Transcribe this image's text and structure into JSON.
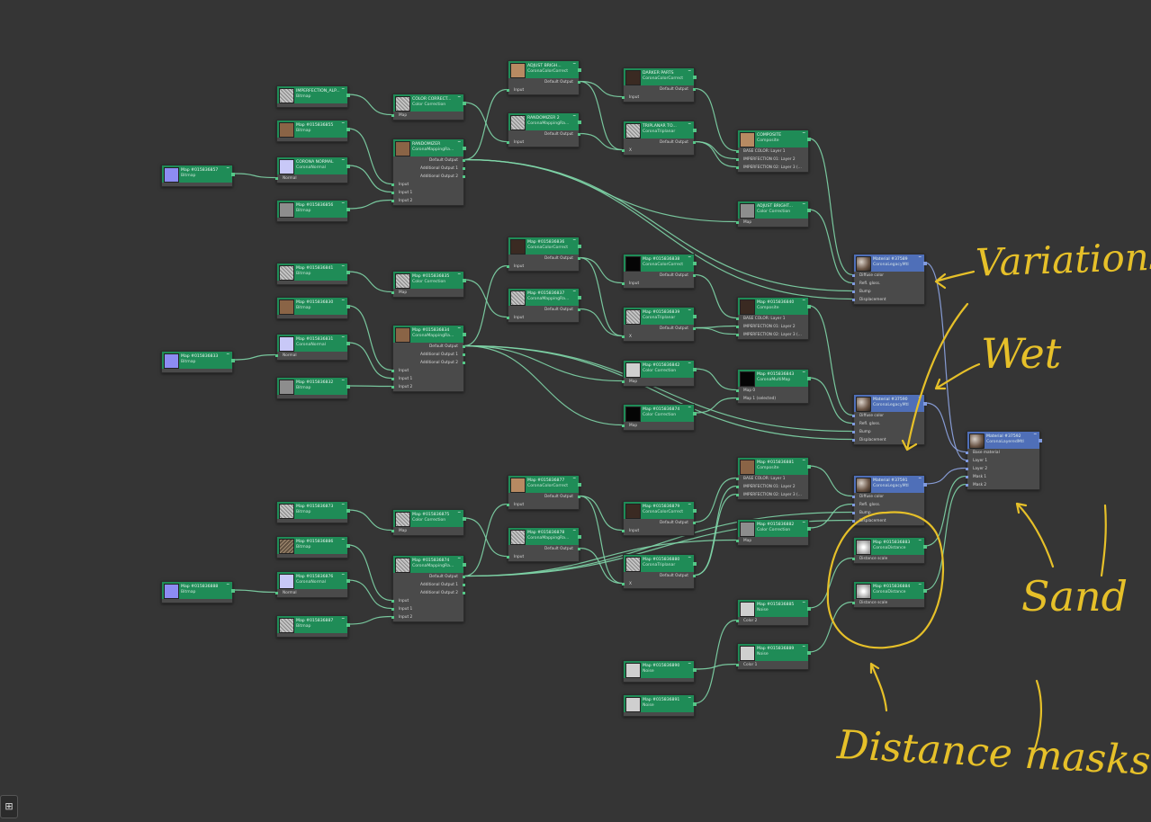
{
  "nodes": [
    {
      "id": "n1",
      "title": "IMPERFECTION_ALP...",
      "subtitle": "Bitmap",
      "thumb": "noise",
      "inputs": [],
      "outputs": []
    },
    {
      "id": "n2",
      "title": "Map #015836855",
      "subtitle": "Bitmap",
      "thumb": "brown",
      "inputs": [],
      "outputs": []
    },
    {
      "id": "n3",
      "title": "CORONA NORMAL",
      "subtitle": "CoronaNormal",
      "thumb": "lavender",
      "inputs": [
        "Normal"
      ],
      "outputs": []
    },
    {
      "id": "n4",
      "title": "Map #015836856",
      "subtitle": "Bitmap",
      "thumb": "grey",
      "inputs": [],
      "outputs": []
    },
    {
      "id": "n5",
      "title": "Map #015836857",
      "subtitle": "Bitmap",
      "thumb": "normal",
      "inputs": [],
      "outputs": []
    },
    {
      "id": "n6",
      "title": "COLOR CORRECT...",
      "subtitle": "Color Correction",
      "thumb": "noise",
      "inputs": [
        "Map"
      ],
      "outputs": []
    },
    {
      "id": "n7",
      "title": "RANDOMIZER",
      "subtitle": "CoronaMappingRa...",
      "thumb": "brown",
      "inputs": [
        "Input",
        "Input 1",
        "Input 2"
      ],
      "outputs": [
        "Default Output",
        "Additional Output 1",
        "Additional Output 2"
      ]
    },
    {
      "id": "n8",
      "title": "ADJUST BRIGH...",
      "subtitle": "CoronaColorCorrect",
      "thumb": "tan",
      "inputs": [
        "Input"
      ],
      "outputs": [
        "Default Output"
      ]
    },
    {
      "id": "n9",
      "title": "RANDOMIZER 2",
      "subtitle": "CoronaMappingRa...",
      "thumb": "noise",
      "inputs": [
        "Input"
      ],
      "outputs": [
        "Default Output"
      ]
    },
    {
      "id": "n10",
      "title": "DARKER PARTS",
      "subtitle": "CoronaColorCorrect",
      "thumb": "dark",
      "inputs": [
        "Input"
      ],
      "outputs": [
        "Default Output"
      ]
    },
    {
      "id": "n11",
      "title": "TRIPLANAR TO...",
      "subtitle": "CoronaTriplanar",
      "thumb": "noise",
      "inputs": [
        "X"
      ],
      "outputs": [
        "Default Output"
      ]
    },
    {
      "id": "n12",
      "title": "COMPOSITE",
      "subtitle": "Composite",
      "thumb": "tan",
      "inputs": [
        "BASE COLOR: Layer 1",
        "IMPERFECTION 01: Layer 2",
        "IMPERFECTION 02: Layer 3 (..."
      ],
      "outputs": []
    },
    {
      "id": "n13",
      "title": "ADJUST BRIGHT...",
      "subtitle": "Color Correction",
      "thumb": "grey",
      "inputs": [
        "Map"
      ],
      "outputs": []
    },
    {
      "id": "n14",
      "title": "Material #37589",
      "subtitle": "CoronaLegacyMtl",
      "thumb": "sphere",
      "blue": true,
      "inputs": [
        "Diffuse color",
        "Refl. gloss.",
        "Bump",
        "Displacement"
      ],
      "outputs": []
    },
    {
      "id": "m1",
      "title": "Map #015836841",
      "subtitle": "Bitmap",
      "thumb": "noise",
      "inputs": [],
      "outputs": []
    },
    {
      "id": "m2",
      "title": "Map #015836830",
      "subtitle": "Bitmap",
      "thumb": "brown",
      "inputs": [],
      "outputs": []
    },
    {
      "id": "m3",
      "title": "Map #015836831",
      "subtitle": "CoronaNormal",
      "thumb": "lavender",
      "inputs": [
        "Normal"
      ],
      "outputs": []
    },
    {
      "id": "m4",
      "title": "Map #015836832",
      "subtitle": "Bitmap",
      "thumb": "grey",
      "inputs": [],
      "outputs": []
    },
    {
      "id": "m5",
      "title": "Map #015836833",
      "subtitle": "Bitmap",
      "thumb": "normal",
      "inputs": [],
      "outputs": []
    },
    {
      "id": "m6",
      "title": "Map #015836835",
      "subtitle": "Color Correction",
      "thumb": "noise",
      "inputs": [
        "Map"
      ],
      "outputs": []
    },
    {
      "id": "m7",
      "title": "Map #015836834",
      "subtitle": "CoronaMappingRa...",
      "thumb": "brown",
      "inputs": [
        "Input",
        "Input 1",
        "Input 2"
      ],
      "outputs": [
        "Default Output",
        "Additional Output 1",
        "Additional Output 2"
      ]
    },
    {
      "id": "m8",
      "title": "Map #015836836",
      "subtitle": "CoronaColorCorrect",
      "thumb": "dark",
      "inputs": [
        "Input"
      ],
      "outputs": [
        "Default Output"
      ]
    },
    {
      "id": "m9",
      "title": "Map #015836837",
      "subtitle": "CoronaMappingRa...",
      "thumb": "noise",
      "inputs": [
        "Input"
      ],
      "outputs": [
        "Default Output"
      ]
    },
    {
      "id": "m10",
      "title": "Map #015836838",
      "subtitle": "CoronaColorCorrect",
      "thumb": "black",
      "inputs": [
        "Input"
      ],
      "outputs": [
        "Default Output"
      ]
    },
    {
      "id": "m11",
      "title": "Map #015836839",
      "subtitle": "CoronaTriplanar",
      "thumb": "noise",
      "inputs": [
        "X"
      ],
      "outputs": [
        "Default Output"
      ]
    },
    {
      "id": "m12",
      "title": "Map #015836840",
      "subtitle": "Composite",
      "thumb": "dark",
      "inputs": [
        "BASE COLOR: Layer 1",
        "IMPERFECTION 01: Layer 2",
        "IMPERFECTION 02: Layer 3 (..."
      ],
      "outputs": []
    },
    {
      "id": "m13",
      "title": "Map #015836842",
      "subtitle": "Color Correction",
      "thumb": "lgrey",
      "inputs": [
        "Map"
      ],
      "outputs": []
    },
    {
      "id": "m14",
      "title": "Map #015836843",
      "subtitle": "CoronaMultiMap",
      "thumb": "black",
      "inputs": [
        "Map 0",
        "Map 1 (selected)"
      ],
      "outputs": []
    },
    {
      "id": "m15",
      "title": "Map #015836874",
      "subtitle": "Color Correction",
      "thumb": "black",
      "inputs": [
        "Map"
      ],
      "outputs": []
    },
    {
      "id": "m16",
      "title": "Material #37590",
      "subtitle": "CoronaLegacyMtl",
      "thumb": "sphere",
      "blue": true,
      "inputs": [
        "Diffuse color",
        "Refl. gloss.",
        "Bump",
        "Displacement"
      ],
      "outputs": []
    },
    {
      "id": "s1",
      "title": "Map #015836873",
      "subtitle": "Bitmap",
      "thumb": "noise",
      "inputs": [],
      "outputs": []
    },
    {
      "id": "s2",
      "title": "Map #015836886",
      "subtitle": "Bitmap",
      "thumb": "gravel",
      "inputs": [],
      "outputs": []
    },
    {
      "id": "s3",
      "title": "Map #015836876",
      "subtitle": "CoronaNormal",
      "thumb": "lavender",
      "inputs": [
        "Normal"
      ],
      "outputs": []
    },
    {
      "id": "s4",
      "title": "Map #015836887",
      "subtitle": "Bitmap",
      "thumb": "noise",
      "inputs": [],
      "outputs": []
    },
    {
      "id": "s5",
      "title": "Map #015836888",
      "subtitle": "Bitmap",
      "thumb": "normal",
      "inputs": [],
      "outputs": []
    },
    {
      "id": "s6",
      "title": "Map #015836875",
      "subtitle": "Color Correction",
      "thumb": "noise",
      "inputs": [
        "Map"
      ],
      "outputs": []
    },
    {
      "id": "s7",
      "title": "Map #015836874",
      "subtitle": "CoronaMappingRa...",
      "thumb": "noise",
      "inputs": [
        "Input",
        "Input 1",
        "Input 2"
      ],
      "outputs": [
        "Default Output",
        "Additional Output 1",
        "Additional Output 2"
      ]
    },
    {
      "id": "s8",
      "title": "Map #015836877",
      "subtitle": "CoronaColorCorrect",
      "thumb": "tan",
      "inputs": [
        "Input"
      ],
      "outputs": [
        "Default Output"
      ]
    },
    {
      "id": "s9",
      "title": "Map #015836878",
      "subtitle": "CoronaMappingRa...",
      "thumb": "noise",
      "inputs": [
        "Input"
      ],
      "outputs": [
        "Default Output"
      ]
    },
    {
      "id": "s10",
      "title": "Map #015836879",
      "subtitle": "CoronaColorCorrect",
      "thumb": "dark",
      "inputs": [
        "Input"
      ],
      "outputs": [
        "Default Output"
      ]
    },
    {
      "id": "s11",
      "title": "Map #015836880",
      "subtitle": "CoronaTriplanar",
      "thumb": "noise",
      "inputs": [
        "X"
      ],
      "outputs": [
        "Default Output"
      ]
    },
    {
      "id": "s12",
      "title": "Map #015836881",
      "subtitle": "Composite",
      "thumb": "brown",
      "inputs": [
        "BASE COLOR: Layer 1",
        "IMPERFECTION 01: Layer 2",
        "IMPERFECTION 02: Layer 3 (..."
      ],
      "outputs": []
    },
    {
      "id": "s13",
      "title": "Map #015836882",
      "subtitle": "Color Correction",
      "thumb": "grey",
      "inputs": [
        "Map"
      ],
      "outputs": []
    },
    {
      "id": "s14",
      "title": "Material #37591",
      "subtitle": "CoronaLegacyMtl",
      "thumb": "sphere",
      "blue": true,
      "inputs": [
        "Diffuse color",
        "Refl. gloss.",
        "Bump",
        "Displacement"
      ],
      "outputs": []
    },
    {
      "id": "s15",
      "title": "Map #015836883",
      "subtitle": "CoronaDistance",
      "thumb": "white",
      "inputs": [
        "Distance scale"
      ],
      "outputs": []
    },
    {
      "id": "s16",
      "title": "Map #015836884",
      "subtitle": "CoronaDistance",
      "thumb": "white",
      "inputs": [
        "Distance scale"
      ],
      "outputs": []
    },
    {
      "id": "s17",
      "title": "Map #015836885",
      "subtitle": "Noise",
      "thumb": "lgrey",
      "inputs": [
        "Color 2"
      ],
      "outputs": []
    },
    {
      "id": "s18",
      "title": "Map #015836889",
      "subtitle": "Noise",
      "thumb": "lgrey",
      "inputs": [
        "Color 1"
      ],
      "outputs": []
    },
    {
      "id": "s19",
      "title": "Map #015836890",
      "subtitle": "Noise",
      "thumb": "lgrey",
      "inputs": [],
      "outputs": []
    },
    {
      "id": "s20",
      "title": "Map #015836891",
      "subtitle": "Noise",
      "thumb": "lgrey",
      "inputs": [],
      "outputs": []
    },
    {
      "id": "final",
      "title": "Material #37592",
      "subtitle": "CoronaLayeredMtl",
      "thumb": "sphere",
      "blue": true,
      "inputs": [
        "Base material",
        "Layer 1",
        "Layer 2",
        "Mask 1",
        "Mask 2"
      ],
      "outputs": []
    }
  ],
  "links": [
    [
      "n1",
      "n6",
      0
    ],
    [
      "n2",
      "n7",
      0
    ],
    [
      "n4",
      "n7",
      2
    ],
    [
      "n5",
      "n3",
      0
    ],
    [
      "n3",
      "n7",
      1
    ],
    [
      "n6",
      "n9",
      0
    ],
    [
      "n7",
      "n8",
      0
    ],
    [
      "n8",
      "n10",
      0
    ],
    [
      "n8",
      "n11",
      0
    ],
    [
      "n9",
      "n11",
      0
    ],
    [
      "n10",
      "n12",
      0
    ],
    [
      "n11",
      "n12",
      1
    ],
    [
      "n11",
      "n12",
      2
    ],
    [
      "n7",
      "n13",
      0
    ],
    [
      "n7",
      "n14",
      2
    ],
    [
      "n7",
      "n14",
      3
    ],
    [
      "n12",
      "n14",
      0
    ],
    [
      "n13",
      "n14",
      1
    ],
    [
      "m1",
      "m6",
      0
    ],
    [
      "m2",
      "m7",
      0
    ],
    [
      "m4",
      "m7",
      2
    ],
    [
      "m5",
      "m3",
      0
    ],
    [
      "m3",
      "m7",
      1
    ],
    [
      "m6",
      "m9",
      0
    ],
    [
      "m7",
      "m8",
      0
    ],
    [
      "m8",
      "m10",
      0
    ],
    [
      "m8",
      "m11",
      0
    ],
    [
      "m9",
      "m11",
      0
    ],
    [
      "m10",
      "m12",
      0
    ],
    [
      "m11",
      "m12",
      1
    ],
    [
      "m11",
      "m12",
      2
    ],
    [
      "m7",
      "m13",
      0
    ],
    [
      "m7",
      "m15",
      0
    ],
    [
      "m13",
      "m14",
      0
    ],
    [
      "m15",
      "m14",
      1
    ],
    [
      "m14",
      "m16",
      1
    ],
    [
      "m12",
      "m16",
      0
    ],
    [
      "m7",
      "m16",
      2
    ],
    [
      "m7",
      "m16",
      3
    ],
    [
      "s1",
      "s6",
      0
    ],
    [
      "s2",
      "s7",
      0
    ],
    [
      "s4",
      "s7",
      2
    ],
    [
      "s5",
      "s3",
      0
    ],
    [
      "s3",
      "s7",
      1
    ],
    [
      "s6",
      "s9",
      0
    ],
    [
      "s7",
      "s8",
      0
    ],
    [
      "s8",
      "s10",
      0
    ],
    [
      "s8",
      "s11",
      0
    ],
    [
      "s9",
      "s11",
      0
    ],
    [
      "s10",
      "s12",
      0
    ],
    [
      "s11",
      "s12",
      1
    ],
    [
      "s11",
      "s12",
      2
    ],
    [
      "s7",
      "s13",
      0
    ],
    [
      "s12",
      "s14",
      0
    ],
    [
      "s13",
      "s14",
      1
    ],
    [
      "s7",
      "s14",
      2
    ],
    [
      "s7",
      "s14",
      3
    ],
    [
      "s17",
      "s15",
      0
    ],
    [
      "s18",
      "s16",
      0
    ],
    [
      "s19",
      "s18",
      0
    ],
    [
      "s20",
      "s17",
      0
    ],
    [
      "n14",
      "final",
      1
    ],
    [
      "m16",
      "final",
      0
    ],
    [
      "s14",
      "final",
      2
    ],
    [
      "s15",
      "final",
      3
    ],
    [
      "s16",
      "final",
      4
    ]
  ],
  "annotations": {
    "variations": "Variations",
    "wet": "Wet",
    "sand": "Sand",
    "distance_masks": "Distance masks"
  },
  "corner_button": {
    "label": "⊞",
    "icon": "navigator-icon"
  },
  "colors": {
    "background": "#353535",
    "map_header": "#1f8c57",
    "material_header": "#4f6fb8",
    "wire": "#7fd6a9",
    "annotation": "#e6c029"
  }
}
